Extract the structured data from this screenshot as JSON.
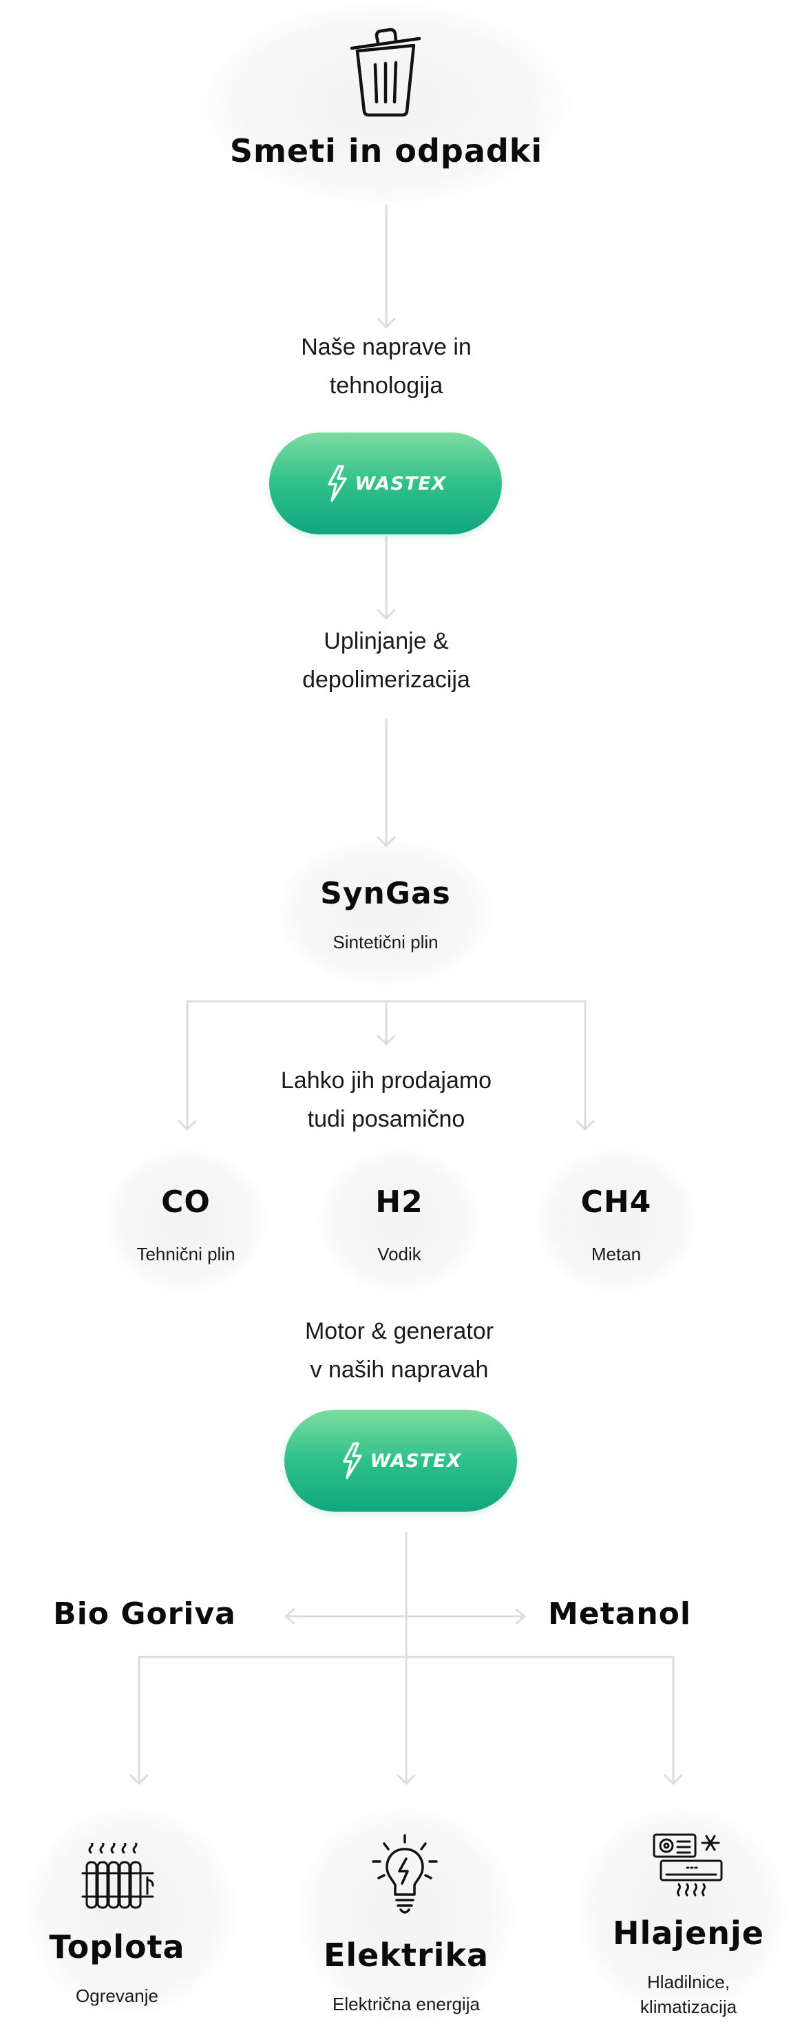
{
  "source": {
    "title": "Smeti in odpadki"
  },
  "step1": {
    "line1": "Naše naprave in",
    "line2": "tehnologija"
  },
  "brand": {
    "name": "WASTEX"
  },
  "step2": {
    "line1": "Uplinjanje &",
    "line2": "depolimerizacija"
  },
  "syngas": {
    "title": "SynGas",
    "subtitle": "Sintetični plin"
  },
  "step3": {
    "line1": "Lahko jih prodajamo",
    "line2": "tudi posamično"
  },
  "gases": [
    {
      "title": "CO",
      "subtitle": "Tehnični plin"
    },
    {
      "title": "H2",
      "subtitle": "Vodik"
    },
    {
      "title": "CH4",
      "subtitle": "Metan"
    }
  ],
  "step4": {
    "line1": "Motor & generator",
    "line2": "v naših napravah"
  },
  "fuels": {
    "left": "Bio Goriva",
    "right": "Metanol"
  },
  "outputs": [
    {
      "title": "Toplota",
      "subtitle": "Ogrevanje",
      "icon": "radiator-icon"
    },
    {
      "title": "Elektrika",
      "subtitle": "Električna energija",
      "icon": "lightbulb-icon"
    },
    {
      "title": "Hlajenje",
      "subtitle_line1": "Hladilnice,",
      "subtitle_line2": "klimatizacija",
      "icon": "air-conditioner-icon"
    }
  ],
  "colors": {
    "accent_top": "#7ddc9f",
    "accent_bottom": "#10a67e",
    "connector": "#dedede",
    "text": "#111111"
  }
}
